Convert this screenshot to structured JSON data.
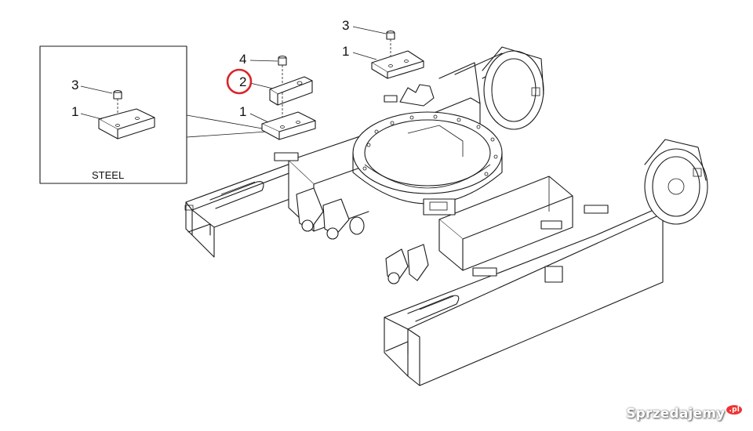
{
  "callouts": {
    "inset_bolt": "3",
    "inset_plate": "1",
    "shoe_bolt": "4",
    "shoe_block": "2",
    "shoe_plate": "1",
    "top_bolt": "3",
    "top_plate": "1"
  },
  "inset_label": "STEEL",
  "highlight_color": "#d8262b",
  "watermark": {
    "text": "Sprzedajemy",
    "suffix": ".pl"
  }
}
